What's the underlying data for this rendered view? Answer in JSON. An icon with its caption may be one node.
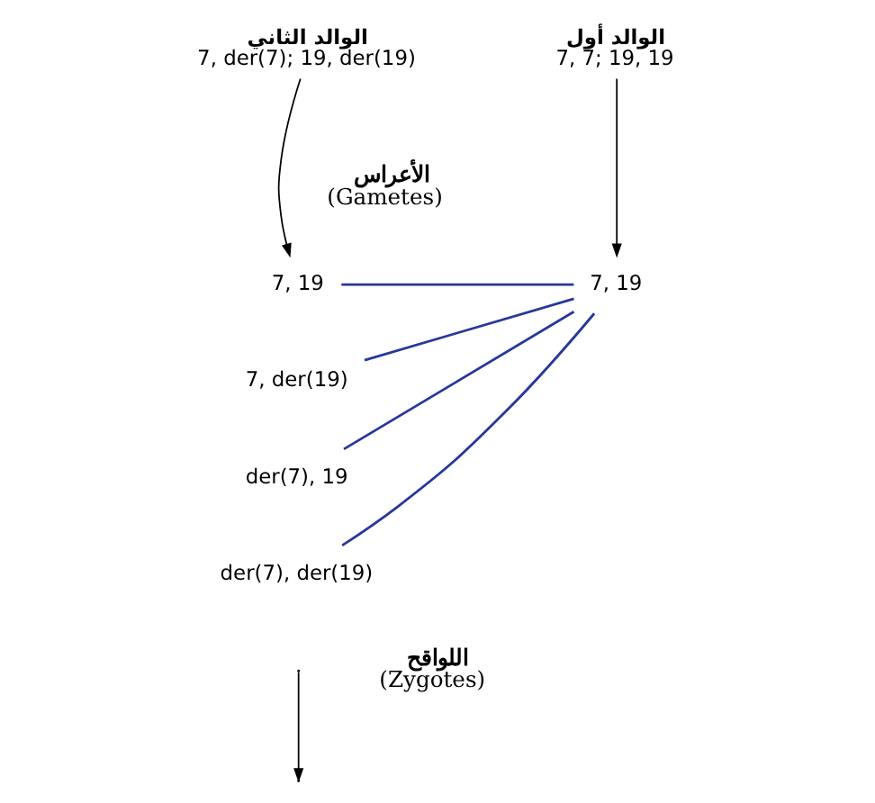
{
  "diagram": {
    "nodes": [
      {
        "text": [
          "الوالد الثاني",
          "7, der(7); 19, der(19)"
        ]
      },
      {
        "text": [
          "الوالد أول",
          "7, 7; 19, 19"
        ]
      },
      {
        "text": [
          "7, 19"
        ]
      },
      {
        "text": [
          "7, der(19)"
        ]
      },
      {
        "text": [
          "der(7), 19"
        ]
      },
      {
        "text": [
          "der(7), der(19)"
        ]
      },
      {
        "text": [
          "7, 19"
        ]
      }
    ],
    "edges": [
      {
        "from": 0,
        "to": 2,
        "arrow": "to",
        "color": "#000000"
      },
      {
        "from": 1,
        "to": 6,
        "arrow": "to",
        "color": "#000000"
      },
      {
        "from": 6,
        "to": 2,
        "arrow": "none"
      },
      {
        "from": 6,
        "to": 3,
        "arrow": "none"
      },
      {
        "from": 6,
        "to": 4,
        "arrow": "none"
      },
      {
        "from": 6,
        "to": 5,
        "arrow": "none"
      }
    ],
    "labels": [
      "الأعراس",
      "(Gametes)",
      "اللواقح",
      "(Zygotes)"
    ]
  }
}
